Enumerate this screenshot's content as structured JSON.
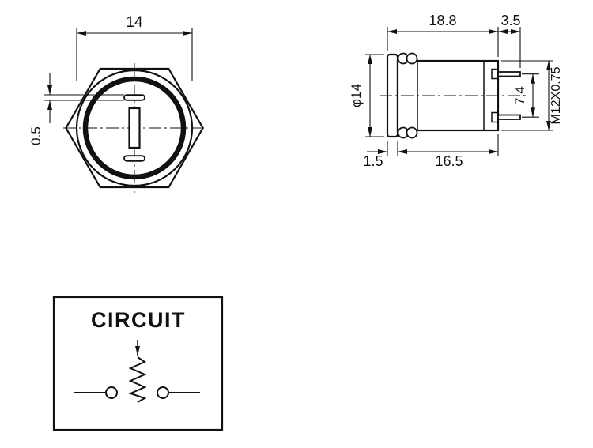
{
  "front_view": {
    "head_diameter": "14",
    "slot_width": "0.5"
  },
  "side_view": {
    "body_length": "18.8",
    "pin_length": "3.5",
    "head_diameter": "φ14",
    "pin_spacing": "7.4",
    "thread_spec": "M12X0.75",
    "flange_thickness": "1.5",
    "thread_length": "16.5"
  },
  "circuit_box": {
    "title": "CIRCUIT"
  },
  "colors": {
    "line": "#111111",
    "background": "#ffffff"
  }
}
